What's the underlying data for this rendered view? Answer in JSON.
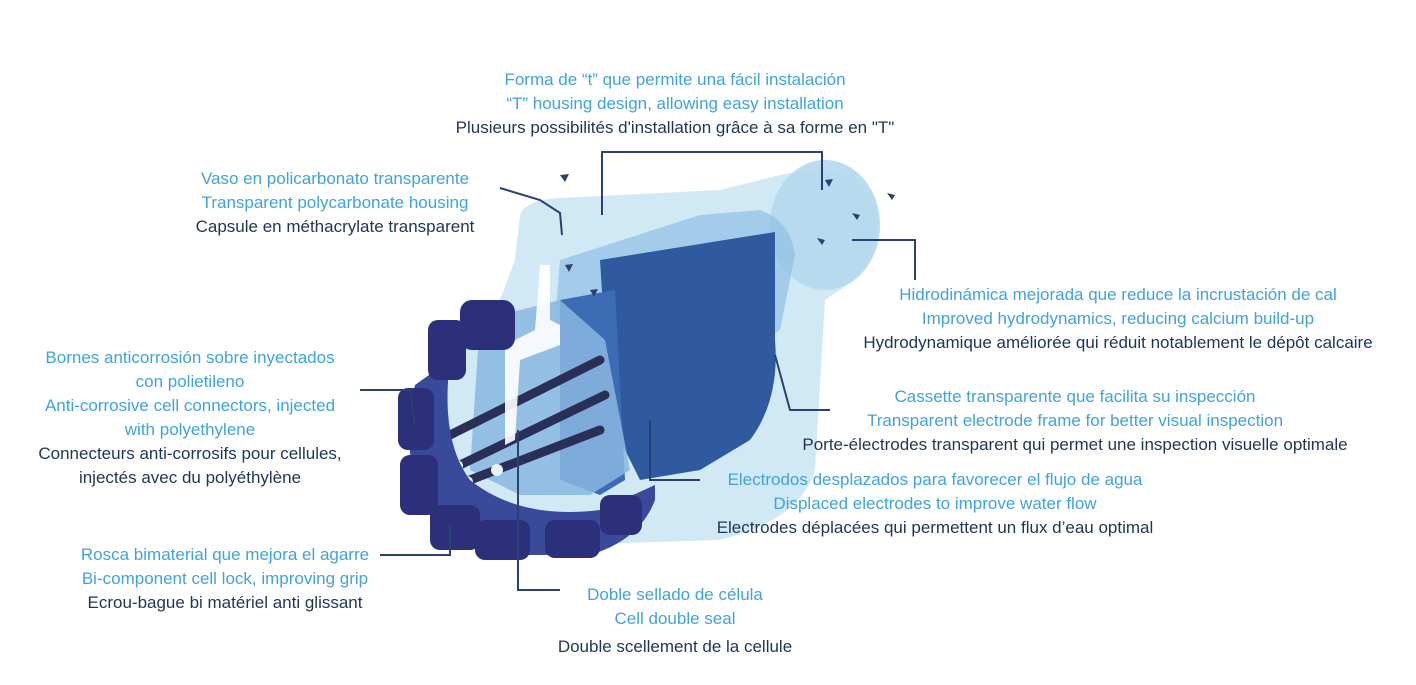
{
  "colors": {
    "spanish_text": "#3fa3dc",
    "english_text": "#3fa3dc",
    "french_text": "#1f3556",
    "leader_line": "#2b4170",
    "housing_light": "#c9e4f3",
    "housing_mid": "#8fc1e4",
    "cassette_dark": "#2f5a9f",
    "cap_navy": "#2c2f7a"
  },
  "callouts": {
    "t_shape": {
      "es": "Forma de “t” que permite una fácil instalación",
      "en": "“T” housing design, allowing easy installation",
      "fr": "Plusieurs possibilités d'installation grâce à sa forme en \"T\""
    },
    "housing": {
      "es": "Vaso en policarbonato transparente",
      "en": "Transparent polycarbonate housing",
      "fr": "Capsule en méthacrylate transparent"
    },
    "hydro": {
      "es": "Hidrodinámica mejorada que reduce la incrustación de cal",
      "en": "Improved hydrodynamics, reducing calcium build-up",
      "fr": "Hydrodynamique améliorée qui réduit notablement le dépôt calcaire"
    },
    "connectors": {
      "es1": "Bornes anticorrosión sobre inyectados",
      "es2": "con polietileno",
      "en1": "Anti-corrosive cell connectors, injected",
      "en2": "with polyethylene",
      "fr1": "Connecteurs anti-corrosifs pour cellules,",
      "fr2": "injectés avec du polyéthylène"
    },
    "cassette": {
      "es": "Cassette transparente que facilita su inspección",
      "en": "Transparent electrode frame for better visual inspection",
      "fr": "Porte-électrodes transparent qui permet une inspection visuelle optimale"
    },
    "electrodes": {
      "es": "Electrodos desplazados para favorecer el flujo de agua",
      "en": "Displaced electrodes to improve water flow",
      "fr": "Electrodes déplacées qui permettent un flux d’eau optimal"
    },
    "lock": {
      "es": "Rosca bimaterial que mejora el agarre",
      "en": "Bi-component  cell lock, improving grip",
      "fr": "Ecrou-bague bi matériel anti glissant"
    },
    "seal": {
      "es": "Doble sellado de célula",
      "en": "Cell double seal",
      "fr": "Double scellement de la cellule"
    }
  }
}
